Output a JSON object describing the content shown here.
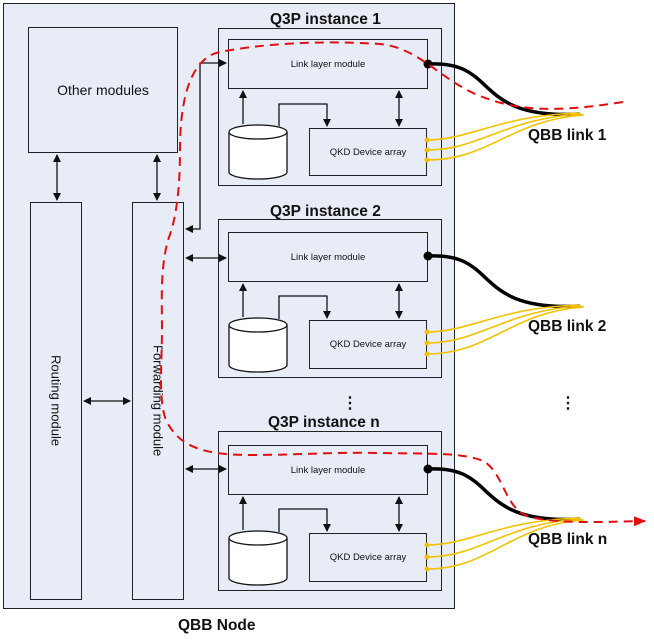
{
  "node_label": "QBB Node",
  "other_modules": "Other modules",
  "routing_module": "Routing module",
  "forwarding_module": "Forwarding module",
  "instances": [
    {
      "title": "Q3P instance 1",
      "link_layer": "Link layer module",
      "key_store": "Key store",
      "qkd_array": "QKD Device array",
      "link": "QBB link 1"
    },
    {
      "title": "Q3P instance 2",
      "link_layer": "Link layer module",
      "key_store": "Key store",
      "qkd_array": "QKD Device array",
      "link": "QBB link 2"
    },
    {
      "title": "Q3P instance n",
      "link_layer": "Link layer module",
      "key_store": "Key store",
      "qkd_array": "QKD Device array",
      "link": "QBB link n"
    }
  ],
  "ellipsis": "⋮",
  "colors": {
    "background": "#e7ecf6",
    "path": "#e01010",
    "fiber": "#f2c200",
    "cable": "#000000"
  }
}
